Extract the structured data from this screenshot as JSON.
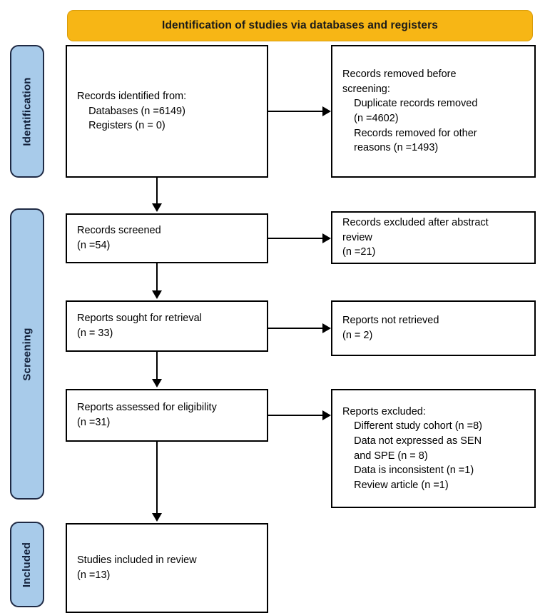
{
  "banner": {
    "title": "Identification of studies via databases and registers"
  },
  "phases": [
    {
      "id": "identification",
      "label": "Identification"
    },
    {
      "id": "screening",
      "label": "Screening"
    },
    {
      "id": "included",
      "label": "Included"
    }
  ],
  "boxes": {
    "identified": "Records identified from:\n    Databases (n =6149)\n    Registers (n = 0)",
    "removed": "Records removed before\nscreening:\n    Duplicate records removed\n    (n =4602)\n    Records removed for other\n    reasons (n =1493)",
    "screened": "Records screened\n(n =54)",
    "excluded_abstract": "Records excluded after abstract\nreview\n(n =21)",
    "sought": "Reports sought for retrieval\n(n = 33)",
    "not_retrieved": "Reports not retrieved\n(n = 2)",
    "assessed": "Reports assessed for eligibility\n(n =31)",
    "excluded_reports": "Reports excluded:\n    Different study cohort (n =8)\n    Data not expressed as SEN\n    and SPE (n = 8)\n    Data is inconsistent (n =1)\n    Review article (n =1)",
    "included": "Studies included in review\n(n =13)"
  },
  "chart_data": {
    "type": "diagram",
    "title": "PRISMA 2020 flow diagram",
    "subtitle": "Identification of studies via databases and registers",
    "phases": [
      "Identification",
      "Screening",
      "Included"
    ],
    "nodes": [
      {
        "id": "identified",
        "phase": "Identification",
        "column": "left",
        "label": "Records identified from",
        "counts": {
          "Databases": 6149,
          "Registers": 0
        }
      },
      {
        "id": "removed",
        "phase": "Identification",
        "column": "right",
        "label": "Records removed before screening",
        "counts": {
          "Duplicate records removed": 4602,
          "Records removed for other reasons": 1493
        }
      },
      {
        "id": "screened",
        "phase": "Screening",
        "column": "left",
        "label": "Records screened",
        "counts": {
          "n": 54
        }
      },
      {
        "id": "excluded_abstract",
        "phase": "Screening",
        "column": "right",
        "label": "Records excluded after abstract review",
        "counts": {
          "n": 21
        }
      },
      {
        "id": "sought",
        "phase": "Screening",
        "column": "left",
        "label": "Reports sought for retrieval",
        "counts": {
          "n": 33
        }
      },
      {
        "id": "not_retrieved",
        "phase": "Screening",
        "column": "right",
        "label": "Reports not retrieved",
        "counts": {
          "n": 2
        }
      },
      {
        "id": "assessed",
        "phase": "Screening",
        "column": "left",
        "label": "Reports assessed for eligibility",
        "counts": {
          "n": 31
        }
      },
      {
        "id": "excluded_reports",
        "phase": "Screening",
        "column": "right",
        "label": "Reports excluded",
        "counts": {
          "Different study cohort": 8,
          "Data not expressed as SEN and SPE": 8,
          "Data is inconsistent": 1,
          "Review article": 1
        }
      },
      {
        "id": "included",
        "phase": "Included",
        "column": "left",
        "label": "Studies included in review",
        "counts": {
          "n": 13
        }
      }
    ],
    "edges": [
      {
        "from": "identified",
        "to": "removed",
        "direction": "right"
      },
      {
        "from": "identified",
        "to": "screened",
        "direction": "down"
      },
      {
        "from": "screened",
        "to": "excluded_abstract",
        "direction": "right"
      },
      {
        "from": "screened",
        "to": "sought",
        "direction": "down"
      },
      {
        "from": "sought",
        "to": "not_retrieved",
        "direction": "right"
      },
      {
        "from": "sought",
        "to": "assessed",
        "direction": "down"
      },
      {
        "from": "assessed",
        "to": "excluded_reports",
        "direction": "right"
      },
      {
        "from": "assessed",
        "to": "included",
        "direction": "down"
      }
    ],
    "colors": {
      "banner": "#F7B615",
      "phase_bar": "#A8CBEA",
      "phase_border": "#1F2A44",
      "box_border": "#000000",
      "background": "#FFFFFF"
    }
  }
}
